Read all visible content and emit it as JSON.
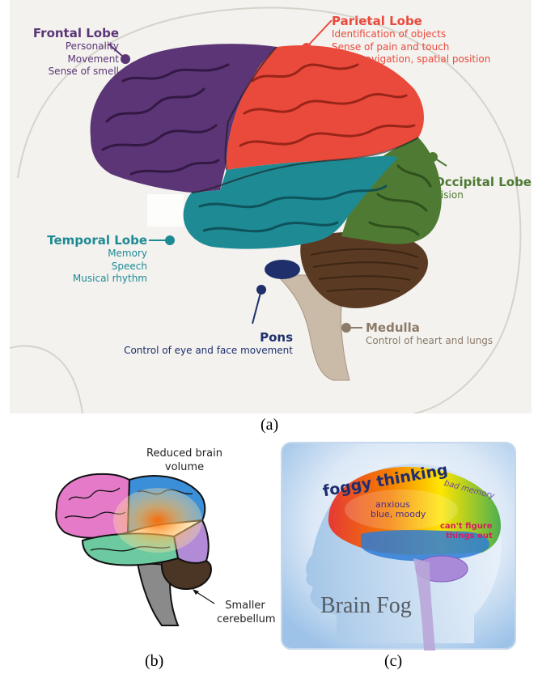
{
  "panel_a": {
    "frontal": {
      "title": "Frontal Lobe",
      "lines": [
        "Personality",
        "Movement",
        "Sense of smell"
      ]
    },
    "parietal": {
      "title": "Parietal Lobe",
      "lines": [
        "Identification of objects",
        "Sense of pain and touch",
        "Body navigation, spatial position"
      ]
    },
    "occipital": {
      "title": "Occipital Lobe",
      "lines": [
        "Vision"
      ]
    },
    "temporal": {
      "title": "Temporal Lobe",
      "lines": [
        "Memory",
        "Speech",
        "Musical rhythm"
      ]
    },
    "pons": {
      "title": "Pons",
      "lines": [
        "Control of eye and face movement"
      ]
    },
    "medulla": {
      "title": "Medulla",
      "lines": [
        "Control of heart and lungs"
      ]
    },
    "caption": "(a)"
  },
  "panel_b": {
    "reduced": "Reduced brain volume",
    "smaller": "Smaller cerebellum",
    "caption": "(b)"
  },
  "panel_c": {
    "foggy": "foggy thinking",
    "bad_memory": "bad memory",
    "anxious": "anxious",
    "blue_moody": "blue, moody",
    "cant_figure": "can't figure",
    "things_out": "things out",
    "brain_fog": "Brain Fog",
    "caption": "(c)"
  },
  "colors": {
    "frontal": "#5b3576",
    "parietal": "#ea4a3b",
    "occipital": "#4f7a34",
    "temporal": "#1e8a94",
    "pons": "#1e2f6b",
    "medulla": "#8c7b68",
    "cerebellum": "#5a3a22"
  }
}
